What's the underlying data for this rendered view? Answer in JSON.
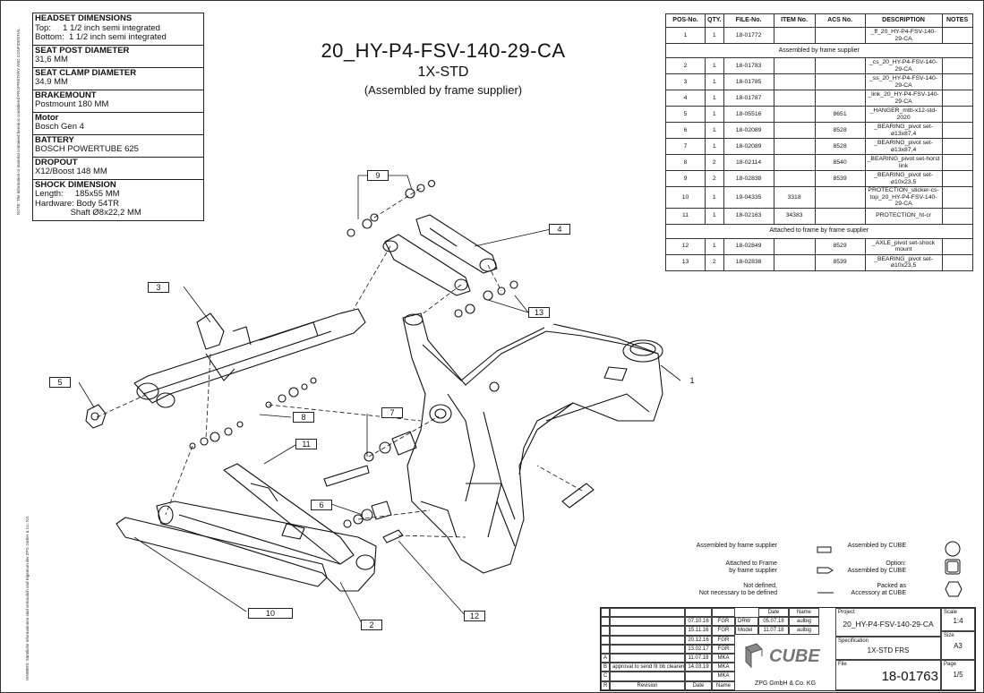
{
  "specs": [
    {
      "heading": "HEADSET DIMENSIONS",
      "lines": [
        "Top:     1 1/2 inch semi integrated",
        "Bottom:  1 1/2 inch semi integrated"
      ]
    },
    {
      "heading": "SEAT POST DIAMETER",
      "lines": [
        "31,6 MM"
      ]
    },
    {
      "heading": "SEAT CLAMP DIAMETER",
      "lines": [
        "34,9 MM"
      ]
    },
    {
      "heading": "BRAKEMOUNT",
      "lines": [
        "Postmount 180 MM"
      ]
    },
    {
      "heading": "Motor",
      "lines": [
        "Bosch Gen 4"
      ]
    },
    {
      "heading": "BATTERY",
      "lines": [
        "BOSCH POWERTUBE 625"
      ]
    },
    {
      "heading": "DROPOUT",
      "lines": [
        "X12/Boost 148 MM"
      ]
    },
    {
      "heading": "SHOCK DIMENSION",
      "lines": [
        "Length:     185x55 MM",
        "Hardware: Body 54TR",
        "               Shaft Ø8x22,2 MM"
      ]
    }
  ],
  "title": {
    "main": "20_HY-P4-FSV-140-29-CA",
    "sub": "1X-STD",
    "note": "(Assembled by frame supplier)"
  },
  "bom": {
    "headers": [
      "POS-No.",
      "QTY.",
      "FILE-No.",
      "ITEM No.",
      "ACS No.",
      "DESCRIPTION",
      "NOTES"
    ],
    "rows": [
      {
        "type": "row",
        "cells": [
          "1",
          "1",
          "18-01772",
          "",
          "",
          "_ff_20_HY-P4-FSV-140-29-CA",
          ""
        ]
      },
      {
        "type": "group",
        "text": "Assembled by frame supplier"
      },
      {
        "type": "row",
        "cells": [
          "2",
          "1",
          "18-01783",
          "",
          "",
          "_cs_20_HY-P4-FSV-140-29-CA",
          ""
        ]
      },
      {
        "type": "row",
        "cells": [
          "3",
          "1",
          "18-01785",
          "",
          "",
          "_ss_20_HY-P4-FSV-140-29-CA",
          ""
        ]
      },
      {
        "type": "row",
        "cells": [
          "4",
          "1",
          "18-01787",
          "",
          "",
          "_link_20_HY-P4-FSV-140-29-CA",
          ""
        ]
      },
      {
        "type": "row",
        "cells": [
          "5",
          "1",
          "18-05516",
          "",
          "8651",
          "_HANGER_mtb-x12-std-2020",
          ""
        ]
      },
      {
        "type": "row",
        "cells": [
          "6",
          "1",
          "18-02089",
          "",
          "8528",
          "_BEARING_pivot set-ø13x87,4",
          ""
        ]
      },
      {
        "type": "row",
        "cells": [
          "7",
          "1",
          "18-02089",
          "",
          "8528",
          "_BEARING_pivot set-ø13x87,4",
          ""
        ]
      },
      {
        "type": "row",
        "cells": [
          "8",
          "2",
          "18-02114",
          "",
          "8540",
          "_BEARING_pivot set-horst link",
          ""
        ]
      },
      {
        "type": "row",
        "cells": [
          "9",
          "2",
          "18-02838",
          "",
          "8539",
          "_BEARING_pivot set-ø10x23,5",
          ""
        ]
      },
      {
        "type": "row",
        "cells": [
          "10",
          "1",
          "19-04335",
          "3318",
          "",
          "PROTECTION_sticker-cs-top_20_HY-P4-FSV-140-29-CA",
          ""
        ]
      },
      {
        "type": "row",
        "cells": [
          "11",
          "1",
          "18-02163",
          "34383",
          "",
          "PROTECTION_ht-cr",
          ""
        ]
      },
      {
        "type": "group",
        "text": "Attached to frame by frame supplier"
      },
      {
        "type": "row",
        "cells": [
          "12",
          "1",
          "18-02849",
          "",
          "8529",
          "_AXLE_pivot set-shock mount",
          ""
        ]
      },
      {
        "type": "row",
        "cells": [
          "13",
          "2",
          "18-02838",
          "",
          "8539",
          "_BEARING_pivot set-ø10x23,5",
          ""
        ]
      }
    ]
  },
  "legend": {
    "left": [
      {
        "text": "Assembled by frame supplier",
        "shape": "rect"
      },
      {
        "text": "Attached to Frame\nby frame supplier",
        "shape": "pentagon"
      },
      {
        "text": "Not defined,\nNot necessary to be defined",
        "shape": "line"
      }
    ],
    "right": [
      {
        "text": "Assembled by CUBE",
        "shape": "circle"
      },
      {
        "text": "Option:\nAssembled by CUBE",
        "shape": "square"
      },
      {
        "text": "Packed as\nAccessory at CUBE",
        "shape": "hexagon"
      }
    ]
  },
  "callouts": [
    "1",
    "2",
    "3",
    "4",
    "5",
    "6",
    "7",
    "8",
    "9",
    "10",
    "11",
    "12",
    "13"
  ],
  "titleblock": {
    "dates": [
      "07.10.16",
      "15.11.16",
      "20.12.16",
      "13.02.17",
      "11.07.18",
      "14.03.19"
    ],
    "initials": [
      "FGR",
      "FGR",
      "FGR",
      "FGR",
      "MKA",
      "MKA",
      "MKA"
    ],
    "revletters": [
      "A",
      "B",
      "C",
      "R"
    ],
    "rev_note": "approval to send fit bb clearence is ok",
    "drw_label": "DRW",
    "model_label": "Model",
    "drw_date": "05.07.18",
    "drw_name": "aulbig",
    "model_date": "11.07.18",
    "model_name": "aulbig",
    "hdr_date": "Date",
    "hdr_name": "Name",
    "rev_hdr": "Revision",
    "rev_date": "Date",
    "rev_name": "Name",
    "project_label": "Project",
    "project": "20_HY-P4-FSV-140-29-CA",
    "spec_label": "Specification",
    "spec": "1X-STD FRS",
    "file_label": "File",
    "file": "18-01763",
    "scale_label": "Scale",
    "scale": "1:4",
    "size_label": "Size",
    "size": "A3",
    "page_label": "Page",
    "page": "1/5",
    "company": "ZPG GmbH & Co. KG",
    "brand": "CUBE"
  },
  "side_notes": {
    "right_top": "NOTE: The information or material contained herein is considered PROPRIETARY AND CONFIDENTIAL",
    "left_bottom": "HINWEIS: Sämtliche Informationen sind vertraulich und Eigentum der ZPG GmbH & Co. KG"
  }
}
